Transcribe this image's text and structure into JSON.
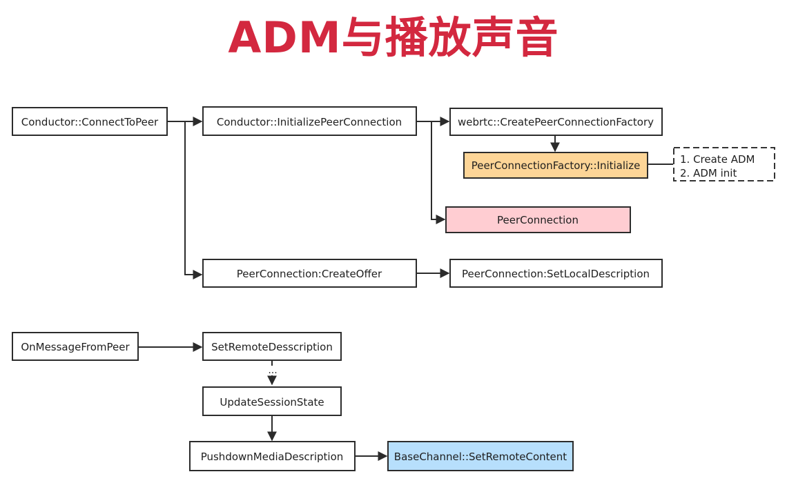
{
  "title": "ADM与播放声音",
  "colors": {
    "title": "#d3283f",
    "node_default": "#ffffff",
    "node_orange": "#fdd597",
    "node_pink": "#ffcdd2",
    "node_blue": "#b7dffc"
  },
  "nodes": {
    "connect_to_peer": "Conductor::ConnectToPeer",
    "initialize_peer_connection": "Conductor::InitializePeerConnection",
    "create_peer_connection_factory": "webrtc::CreatePeerConnectionFactory",
    "factory_initialize": "PeerConnectionFactory::Initialize",
    "peer_connection": "PeerConnection",
    "create_offer": "PeerConnection:CreateOffer",
    "set_local_description": "PeerConnection:SetLocalDescription",
    "on_message_from_peer": "OnMessageFromPeer",
    "set_remote_description": "SetRemoteDesscription",
    "update_session_state": "UpdateSessionState",
    "pushdown_media_description": "PushdownMediaDescription",
    "set_remote_content": "BaseChannel::SetRemoteContent"
  },
  "note": {
    "line1": "1. Create ADM",
    "line2": "2. ADM init"
  },
  "ellipsis": "..."
}
